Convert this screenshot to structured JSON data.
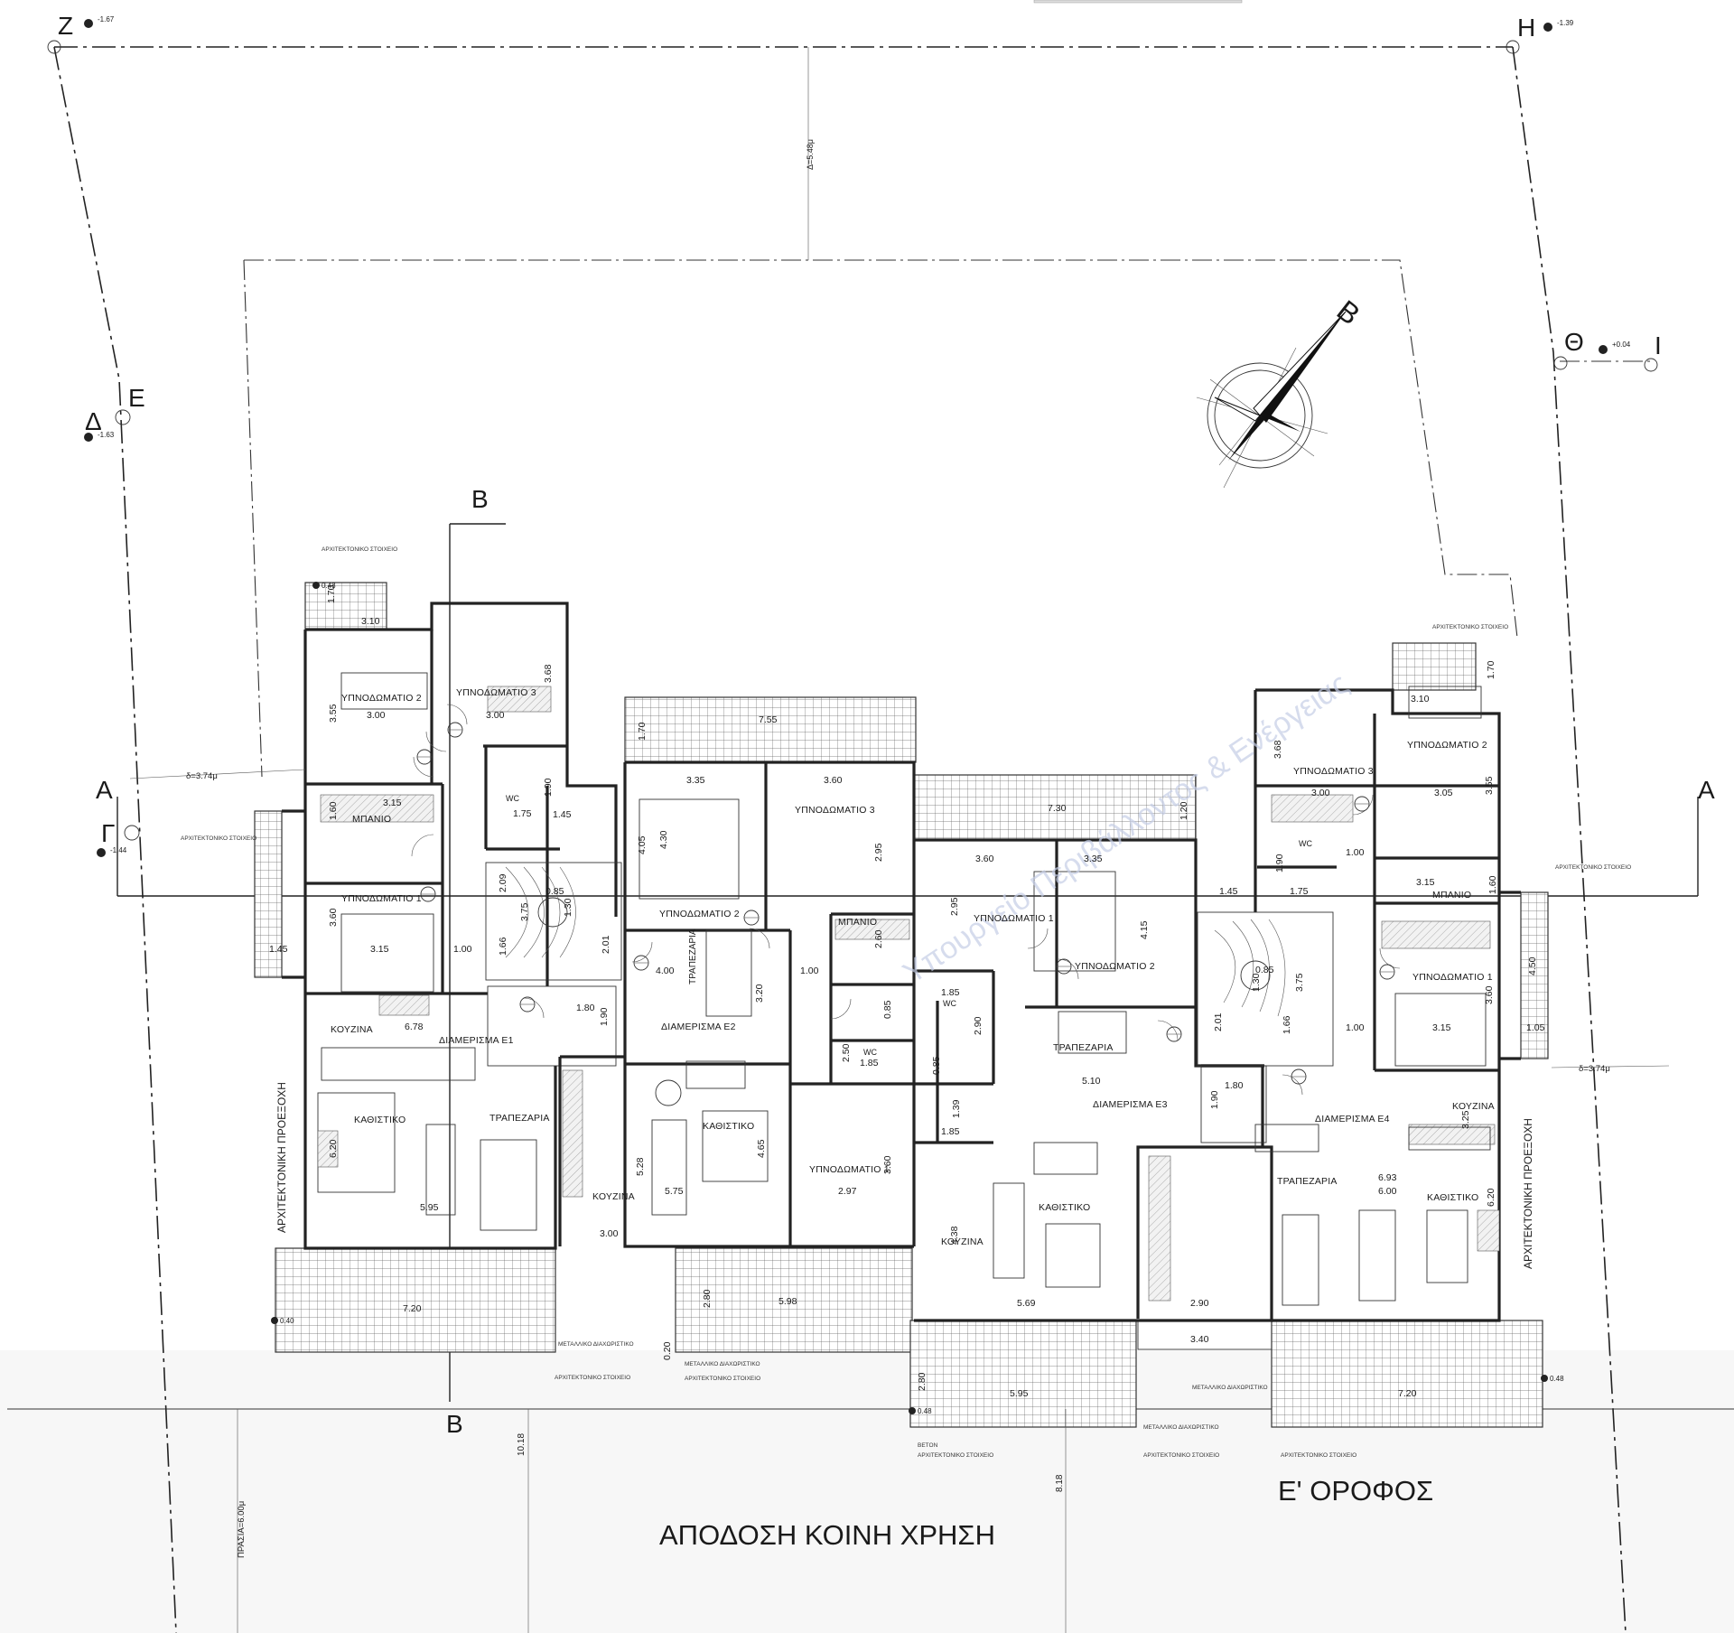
{
  "plan": {
    "caption_left": "ΑΠΟΔΟΣΗ ΚΟΙΝΗ ΧΡΗΣΗ",
    "caption_right": "Ε' ΟΡΟΦΟΣ",
    "watermark": "Υπουργείο Περιβάλλοντος & Ενέργειας"
  },
  "points": {
    "Z": {
      "label": "Z",
      "elev": "-1.67"
    },
    "H": {
      "label": "H",
      "elev": "-1.39"
    },
    "D": {
      "label": "Δ",
      "elev": "-1.63"
    },
    "E": {
      "label": "E"
    },
    "G": {
      "label": "Γ",
      "elev": "-1.44"
    },
    "TH": {
      "label": "Θ",
      "elev": "+0.04"
    },
    "I": {
      "label": "I"
    }
  },
  "sections": {
    "a_left": "A",
    "a_right": "A",
    "b_top": "B",
    "b_bottom": "B"
  },
  "compass": {
    "label": "B"
  },
  "notes": {
    "arch_element": "ΑΡΧΙΤΕΚΤΟΝΙΚΟ ΣΤΟΙΧΕΙΟ",
    "arch_projection": "ΑΡΧΙΤΕΚΤΟΝΙΚΗ ΠΡΟΕΞΟΧΗ",
    "metal_divider": "ΜΕΤΑΛΛΙΚΟ ΔΙΑΧΩΡΙΣΤΙΚΟ",
    "concrete": "ΒΕΤΟΝ",
    "d_left": "δ=3.74μ",
    "d_right": "δ=3.74μ",
    "d_top": "Δ=5.48μ",
    "pavement": "ΠΡΑΣΙΑ=6.00μ",
    "dim_1018": "10.18",
    "dim_818": "8.18"
  },
  "rooms": {
    "e1": {
      "bed2": "ΥΠΝΟΔΩΜΑΤΙΟ 2",
      "bed3": "ΥΠΝΟΔΩΜΑΤΙΟ 3",
      "bath": "ΜΠΑΝΙΟ",
      "wc": "WC",
      "bed1": "ΥΠΝΟΔΩΜΑΤΙΟ 1",
      "kitchen": "ΚΟΥΖΙΝΑ",
      "apt": "ΔΙΑΜΕΡΙΣΜΑ Ε1",
      "living": "ΚΑΘΙΣΤΙΚΟ",
      "dining": "ΤΡΑΠΕΖΑΡΙΑ"
    },
    "e2": {
      "bed2": "ΥΠΝΟΔΩΜΑΤΙΟ 2",
      "bed3": "ΥΠΝΟΔΩΜΑΤΙΟ 3",
      "bath": "ΜΠΑΝΙΟ",
      "wc": "WC",
      "dining": "ΤΡΑΠΕΖΑΡΙΑ",
      "apt": "ΔΙΑΜΕΡΙΣΜΑ Ε2",
      "living": "ΚΑΘΙΣΤΙΚΟ",
      "bed1": "ΥΠΝΟΔΩΜΑΤΙΟ 1",
      "kitchen": "ΚΟΥΖΙΝΑ"
    },
    "e3": {
      "bed1": "ΥΠΝΟΔΩΜΑΤΙΟ 1",
      "bed2": "ΥΠΝΟΔΩΜΑΤΙΟ 2",
      "wc": "WC",
      "dining": "ΤΡΑΠΕΖΑΡΙΑ",
      "apt": "ΔΙΑΜΕΡΙΣΜΑ Ε3",
      "living": "ΚΑΘΙΣΤΙΚΟ",
      "kitchen": "ΚΟΥΖΙΝΑ"
    },
    "e4": {
      "bed3": "ΥΠΝΟΔΩΜΑΤΙΟ 3",
      "bed2": "ΥΠΝΟΔΩΜΑΤΙΟ 2",
      "wc": "WC",
      "bath": "ΜΠΑΝΙΟ",
      "bed1": "ΥΠΝΟΔΩΜΑΤΙΟ 1",
      "apt": "ΔΙΑΜΕΡΙΣΜΑ Ε4",
      "kitchen": "ΚΟΥΖΙΝΑ",
      "dining": "ΤΡΑΠΕΖΑΡΙΑ",
      "living": "ΚΑΘΙΣΤΙΚΟ"
    }
  },
  "dims": {
    "l170": "1.70",
    "l310": "3.10",
    "l368": "3.68",
    "l355": "3.55",
    "l300a": "3.00",
    "l300b": "3.00",
    "l315a": "3.15",
    "l160": "1.60",
    "l175": "1.75",
    "l190": "1.90",
    "l145a": "1.45",
    "l209": "2.09",
    "l085": "0.85",
    "l375": "3.75",
    "l130": "1.30",
    "l360": "3.60",
    "l315b": "3.15",
    "l100": "1.00",
    "l166": "1.66",
    "l201": "2.01",
    "l145b": "1.45",
    "l678": "6.78",
    "l620": "6.20",
    "l180": "1.80",
    "l190b": "1.90",
    "l595": "5.95",
    "l720": "7.20",
    "m755": "7.55",
    "m170": "1.70",
    "m335": "3.35",
    "m360": "3.60",
    "m405": "4.05",
    "m430": "4.30",
    "m295": "2.95",
    "m260": "2.60",
    "m400": "4.00",
    "m100": "1.00",
    "m320": "3.20",
    "m085": "0.85",
    "m250": "2.50",
    "m185": "1.85",
    "m528": "5.28",
    "m575": "5.75",
    "m465": "4.65",
    "m360b": "3.60",
    "m297": "2.97",
    "m300": "3.00",
    "m280": "2.80",
    "m598": "5.98",
    "m020": "0.20",
    "c730": "7.30",
    "c120": "1.20",
    "c360": "3.60",
    "c335": "3.35",
    "c295": "2.95",
    "c415": "4.15",
    "c185a": "1.85",
    "c290": "2.90",
    "c085": "0.85",
    "c139": "1.39",
    "c185b": "1.85",
    "c510": "5.10",
    "c438": "4.38",
    "c569": "5.69",
    "c280": "2.80",
    "c595": "5.95",
    "c340": "3.40",
    "c290b": "2.90",
    "r170": "1.70",
    "r310": "3.10",
    "r368": "3.68",
    "r355": "3.55",
    "r300": "3.00",
    "r305": "3.05",
    "r100a": "1.00",
    "r190": "1.90",
    "r175": "1.75",
    "r145": "1.45",
    "r315a": "3.15",
    "r160": "1.60",
    "r085": "0.85",
    "r130": "1.30",
    "r375": "3.75",
    "r201": "2.01",
    "r166": "1.66",
    "r100b": "1.00",
    "r315b": "3.15",
    "r360": "3.60",
    "r450": "4.50",
    "r105": "1.05",
    "r180": "1.80",
    "r190b": "1.90",
    "r325": "3.25",
    "r693": "6.93",
    "r600": "6.00",
    "r620": "6.20",
    "r720": "7.20",
    "lvl_a": "0.48",
    "lvl_b": "0.40",
    "lvl_c": "0.48",
    "lvl_d": "0.48"
  }
}
